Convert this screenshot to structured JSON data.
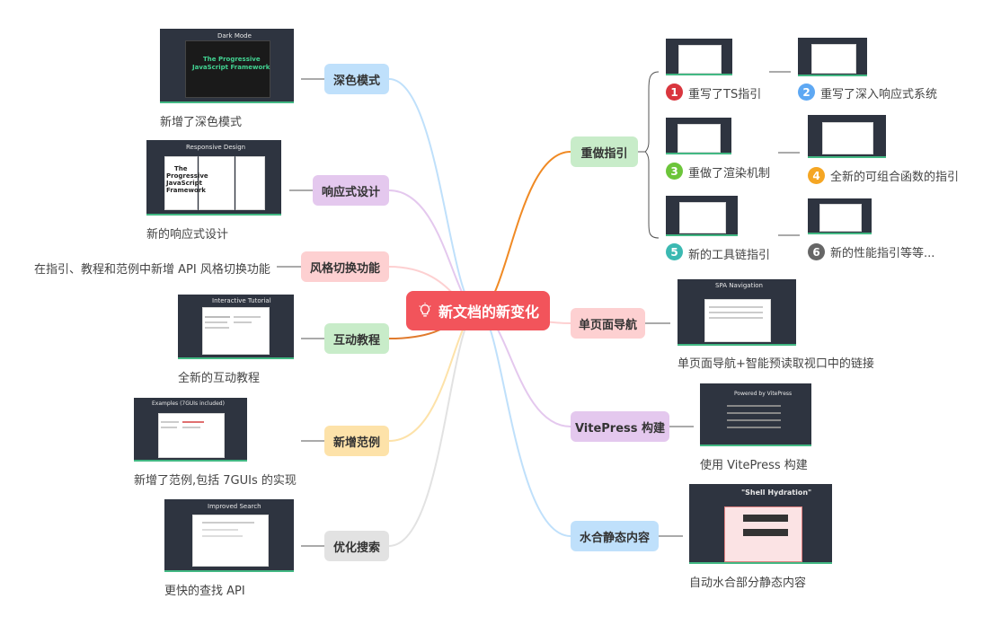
{
  "center": {
    "title": "新文档的新变化",
    "icon": "lightbulb-icon",
    "color": "#f2545b"
  },
  "left_branches": [
    {
      "label": "深色模式",
      "caption": "新增了深色模式",
      "color": "#bfe0fb"
    },
    {
      "label": "响应式设计",
      "caption": "新的响应式设计",
      "color": "#e4c8ee"
    },
    {
      "label": "风格切换功能",
      "caption": "在指引、教程和范例中新增 API 风格切换功能",
      "color": "#fdd0d1"
    },
    {
      "label": "互动教程",
      "caption": "全新的互动教程",
      "color": "#c8ecc9"
    },
    {
      "label": "新增范例",
      "caption": "新增了范例,包括 7GUIs 的实现",
      "color": "#fde2a9"
    },
    {
      "label": "优化搜索",
      "caption": "更快的查找 API",
      "color": "#e2e2e2"
    }
  ],
  "right_branches": [
    {
      "label": "重做指引",
      "color": "#c8ecc9"
    },
    {
      "label": "单页面导航",
      "caption": "单页面导航+智能预读取视口中的链接",
      "color": "#fdd0d1"
    },
    {
      "label": "VitePress 构建",
      "caption": "使用 VitePress 构建",
      "color": "#e4c8ee"
    },
    {
      "label": "水合静态内容",
      "caption": "自动水合部分静态内容",
      "color": "#bfe0fb"
    }
  ],
  "guide_items": [
    {
      "num": "1",
      "label": "重写了TS指引",
      "color": "#d9363e"
    },
    {
      "num": "2",
      "label": "重写了深入响应式系统",
      "color": "#5ea8f3"
    },
    {
      "num": "3",
      "label": "重做了渲染机制",
      "color": "#6cc53a"
    },
    {
      "num": "4",
      "label": "全新的可组合函数的指引",
      "color": "#f5a623"
    },
    {
      "num": "5",
      "label": "新的工具链指引",
      "color": "#3bb9b2"
    },
    {
      "num": "6",
      "label": "新的性能指引等等...",
      "color": "#666666"
    }
  ],
  "screenshots": {
    "dark_mode_title": "Dark Mode",
    "dark_mode_headline_1": "The Progressive",
    "dark_mode_headline_2": "JavaScript Framework",
    "responsive_title": "Responsive Design",
    "responsive_headline_1": "The",
    "responsive_headline_2": "Progressive",
    "responsive_headline_3": "JavaScript",
    "responsive_headline_4": "Framework",
    "tutorial_title": "Interactive Tutorial",
    "examples_title": "Examples (7GUIs included)",
    "search_title": "Improved Search",
    "spa_title": "SPA Navigation",
    "vitepress_title": "Powered by VitePress",
    "hydration_title": "\"Shell Hydration\""
  }
}
